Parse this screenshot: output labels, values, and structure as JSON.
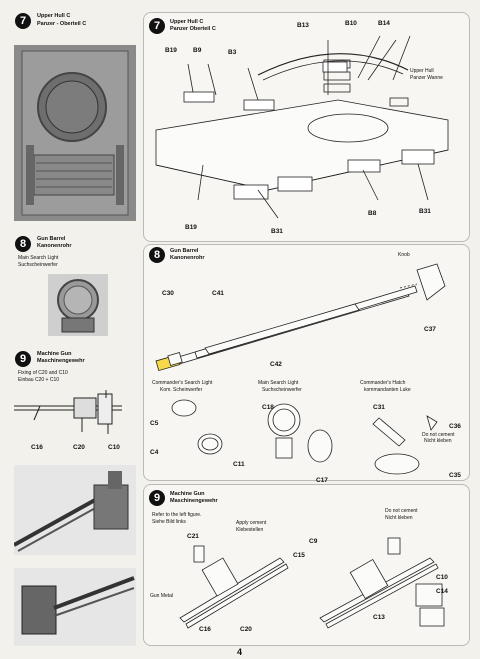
{
  "left": {
    "step7": {
      "num": "7",
      "title_en": "Upper Hull C",
      "title_de": "Panzer - Oberteil C"
    },
    "step8": {
      "num": "8",
      "title_en": "Gun Barrel",
      "title_de": "Kanonenrohr",
      "sub_en": "Main Search Light",
      "sub_de": "Suchscheinwerfer"
    },
    "step9": {
      "num": "9",
      "title_en": "Machine Gun",
      "title_de": "Maschinengewehr",
      "sub_en": "Fixing of C20 and C10",
      "sub_de": "Einbau C20 + C10",
      "parts": [
        "C16",
        "C20",
        "C10"
      ]
    }
  },
  "right": {
    "step7": {
      "num": "7",
      "title_en": "Upper Hull C",
      "title_de": "Panzer Oberteil C",
      "parts": [
        "B13",
        "B10",
        "B14",
        "B19",
        "B9",
        "B3",
        "B19",
        "B31",
        "B8",
        "B31"
      ],
      "note_en": "Upper Hull",
      "note_de": "Panzer Wanne"
    },
    "step8": {
      "num": "8",
      "title_en": "Gun Barrel",
      "title_de": "Kanonenrohr",
      "parts": [
        "C30",
        "C41",
        "C42",
        "C37"
      ],
      "knob": "Knob",
      "sub_commander_light_en": "Commander's Search Light",
      "sub_commander_light_de": "Kom. Scheinwerfer",
      "sub_main_light_en": "Main Search Light",
      "sub_main_light_de": "Suchscheinwerfer",
      "sub_hatch_en": "Commander's Hatch",
      "sub_hatch_de": "kommandanten Luke",
      "light_parts": [
        "C5",
        "C4",
        "C18",
        "C11",
        "C17",
        "C31",
        "C36",
        "C35"
      ],
      "no_cement_en": "Do not cement",
      "no_cement_de": "Nicht kleben"
    },
    "step9": {
      "num": "9",
      "title_en": "Machine Gun",
      "title_de": "Maschinengewehr",
      "note1_en": "Refer to the left figure.",
      "note1_de": "Siehe Bild links",
      "cement_en": "Apply cement",
      "cement_de": "Klebestellen",
      "no_cement_en": "Do not cement",
      "no_cement_de": "Nicht kleben",
      "gun_metal": "Gun Metal",
      "parts": [
        "C21",
        "C15",
        "C9",
        "C16",
        "C20",
        "C10",
        "C14",
        "C13"
      ]
    }
  },
  "page_number": "4",
  "colors": {
    "paper": "#f3f1ec",
    "ink": "#111111",
    "photo": "#777777",
    "highlight": "#f0d23a"
  }
}
